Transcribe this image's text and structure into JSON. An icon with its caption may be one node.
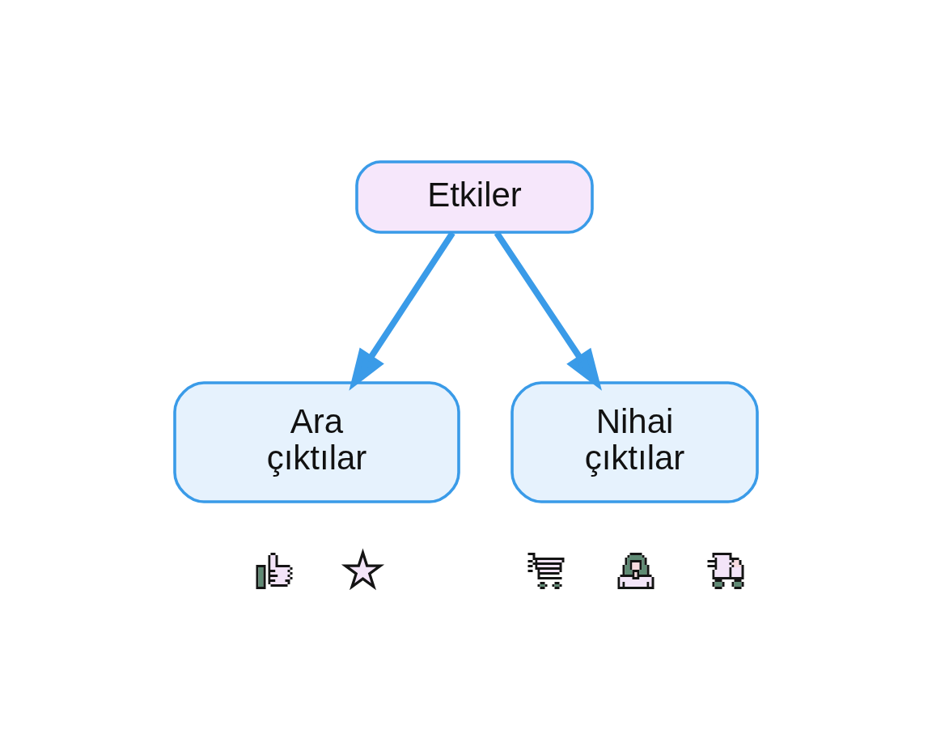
{
  "diagram": {
    "nodes": [
      {
        "text": [
          "Etkiler"
        ]
      },
      {
        "text": [
          "Ara çıktılar"
        ]
      },
      {
        "text": [
          "Nihai çıktılar"
        ]
      },
      {
        "text": [],
        "shape": "thumb"
      },
      {
        "text": [],
        "shape": "star"
      },
      {
        "text": [],
        "shape": "cart"
      },
      {
        "text": [],
        "shape": "person"
      },
      {
        "text": [],
        "shape": "truck"
      }
    ],
    "edges": [
      {
        "from": 0,
        "to": 1,
        "arrow": "to"
      },
      {
        "from": 0,
        "to": 2,
        "arrow": "to"
      }
    ]
  }
}
